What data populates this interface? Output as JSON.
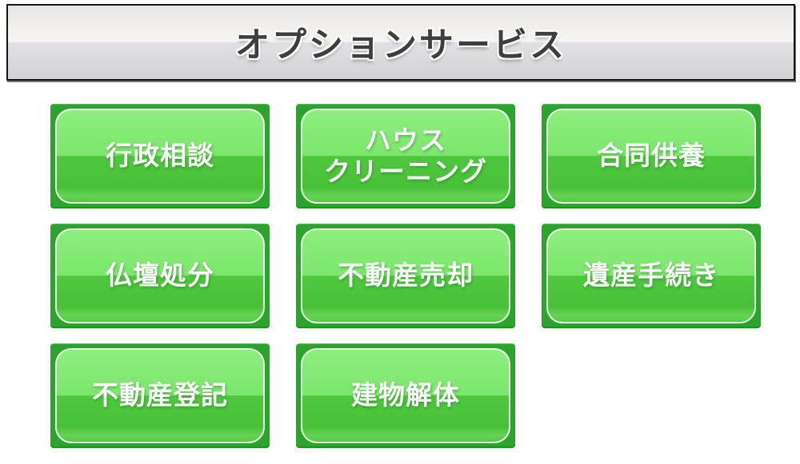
{
  "header": {
    "title": "オプションサービス"
  },
  "colors": {
    "header_border": "#141414",
    "header_gradient_top": "#e7e6e3",
    "header_gradient_bottom": "#d3d2d6",
    "button_frame_green": "#2ba32c",
    "button_gloss_top": "#8dee7e",
    "button_gloss_upper_bottom": "#7ce66d",
    "button_lower_top": "#4fc73f",
    "button_lower_bottom": "#48c038",
    "button_bottom_rim": "#67d355",
    "button_text": "#ffffff"
  },
  "buttons": [
    {
      "label": "行政相談"
    },
    {
      "label": "ハウス\nクリーニング"
    },
    {
      "label": "合同供養"
    },
    {
      "label": "仏壇処分"
    },
    {
      "label": "不動産売却"
    },
    {
      "label": "遺産手続き"
    },
    {
      "label": "不動産登記"
    },
    {
      "label": "建物解体"
    }
  ]
}
